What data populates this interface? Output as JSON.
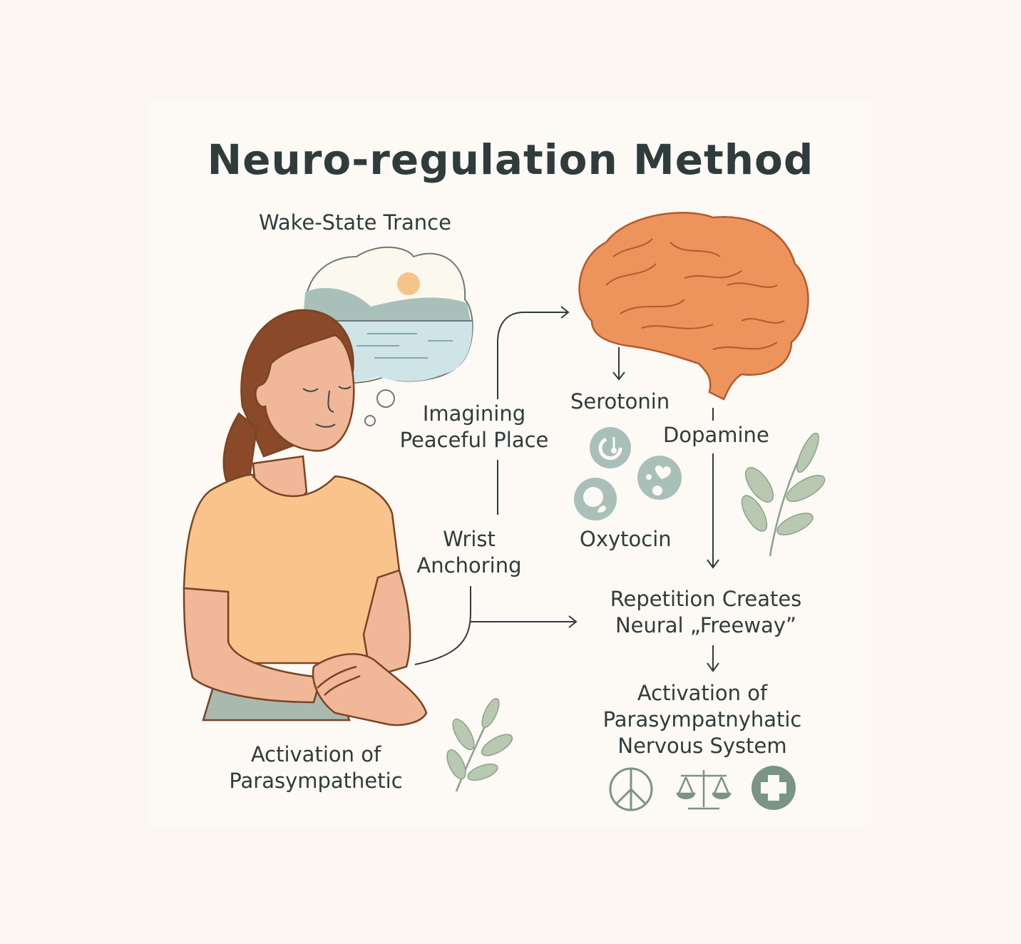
{
  "title": "Neuro-regulation Method",
  "labels": {
    "wake_state": "Wake-State Trance",
    "imagining": [
      "Imagining",
      "Peaceful Place"
    ],
    "wrist": [
      "Wrist",
      "Anchoring"
    ],
    "serotonin": "Serotonin",
    "dopamine": "Dopamine",
    "oxytocin": "Oxytocin",
    "repetition": [
      "Repetition Creates",
      "Neural „Freeway”"
    ],
    "activation_right": [
      "Activation of",
      "Parasympatnyhatic",
      "Nervous System"
    ],
    "activation_left": [
      "Activation of",
      "Parasympathetic"
    ]
  },
  "icons": [
    "thought-cloud-landscape",
    "brain",
    "hormone-bubbles",
    "peace-icon",
    "balance-scale-icon",
    "plus-cross-icon",
    "leaf-sprig"
  ],
  "colors": {
    "text": "#2f3c3c",
    "brain": "#ec945c",
    "sage": "#a9c0ba",
    "green": "#7a9583",
    "shirt": "#f8c48c",
    "skin": "#f0b898",
    "hair": "#8a4a2a"
  }
}
